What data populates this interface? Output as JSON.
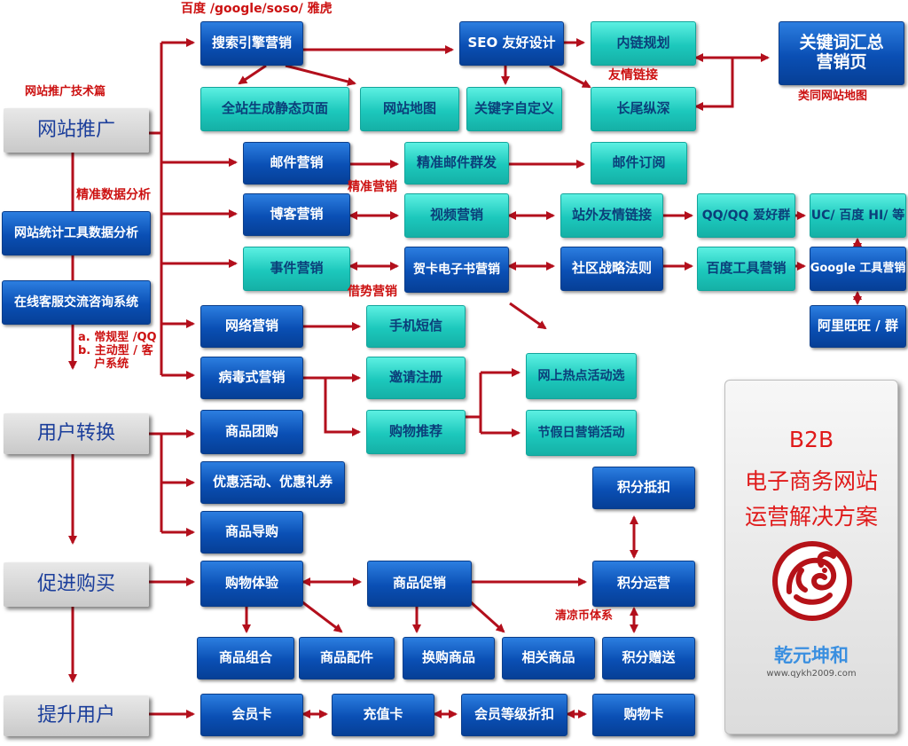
{
  "stages": {
    "promote": "网站推广",
    "convert": "用户转换",
    "purchase": "促进购买",
    "upgrade": "提升用户"
  },
  "left": {
    "stats": "网站统计工具数据分析",
    "chat": "在线客服交流咨询系统"
  },
  "row1": {
    "search": "搜索引擎营销",
    "seo": "SEO 友好设计",
    "internal_links": "内链规划",
    "summary": "关键词汇总\n营销页"
  },
  "row2": {
    "static_pages": "全站生成静态页面",
    "sitemap": "网站地图",
    "keyword_custom": "关键字自定义",
    "long_tail": "长尾纵深"
  },
  "mail": {
    "mail": "邮件营销",
    "precise_mass": "精准邮件群发",
    "subscribe": "邮件订阅"
  },
  "blog": {
    "blog": "博客营销",
    "video": "视频营销",
    "offsite_links": "站外友情链接",
    "qq_group": "QQ/QQ 爱好群",
    "uc_baidu": "UC/ 百度 HI/ 等"
  },
  "event": {
    "event": "事件营销",
    "ecard": "贺卡电子书营销",
    "community": "社区战略法则",
    "baidu_tools": "百度工具营销",
    "google_tools": "Google 工具营销",
    "aliwangwang": "阿里旺旺 / 群"
  },
  "network": {
    "network": "网络营销",
    "sms": "手机短信"
  },
  "viral": {
    "viral": "病毒式营销",
    "invite": "邀请注册",
    "recommend": "购物推荐",
    "hot_events": "网上热点活动选",
    "holiday": "节假日营销活动"
  },
  "convert_items": {
    "group_buy": "商品团购",
    "coupons": "优惠活动、优惠礼券",
    "guide": "商品导购"
  },
  "purchase_items": {
    "experience": "购物体验",
    "promotion": "商品促销",
    "points_ops": "积分运营",
    "points_deduct": "积分抵扣",
    "combo": "商品组合",
    "accessories": "商品配件",
    "exchange": "换购商品",
    "related": "相关商品",
    "points_gift": "积分赠送"
  },
  "upgrade_items": {
    "member_card": "会员卡",
    "recharge_card": "充值卡",
    "member_discount": "会员等级折扣",
    "shopping_card": "购物卡"
  },
  "labels": {
    "engines": "百度 /google/soso/ 雅虎",
    "tech": "网站推广技术篇",
    "friend_links": "友情链接",
    "similar_sitemap": "类同网站地图",
    "precise_analysis": "精准数据分析",
    "precise_marketing": "精准营销",
    "leverage": "借势营销",
    "cs_types": "a. 常规型 /QQ\nb. 主动型 / 客\n    户系统",
    "coin_system": "清凉币体系"
  },
  "panel": {
    "line1": "B2B",
    "line2": "电子商务网站",
    "line3": "运营解决方案",
    "brand": "乾元坤和",
    "url": "www.qykh2009.com"
  },
  "colors": {
    "arrow": "#b30f1c",
    "blue_box": "#0a4fb4",
    "cyan_box": "#1cc8bc",
    "stage_gray": "#cfcfcf",
    "label_red": "#cc1111"
  }
}
